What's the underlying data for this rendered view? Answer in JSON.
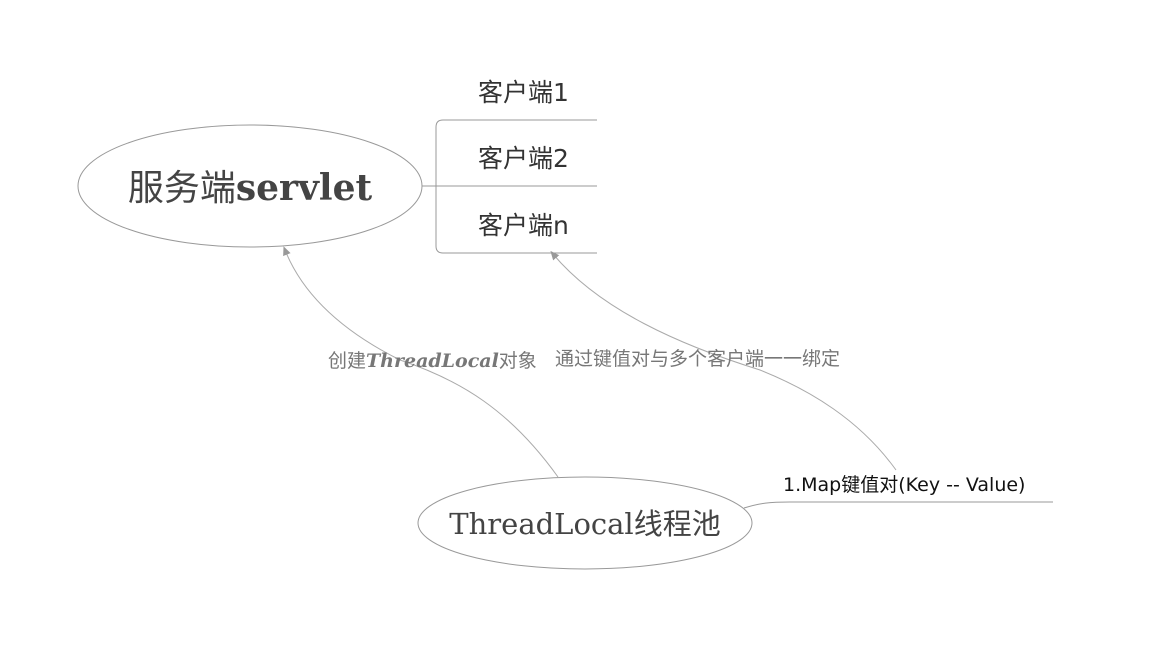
{
  "nodes": {
    "server": {
      "label_main": "服务端",
      "label_bold": "servlet"
    },
    "threadlocal": {
      "label": "ThreadLocal线程池"
    }
  },
  "clients": [
    {
      "label": "客户端1"
    },
    {
      "label": "客户端2"
    },
    {
      "label": "客户端n"
    }
  ],
  "edges": {
    "create": {
      "prefix": "创建",
      "italic": "ThreadLocal",
      "suffix": "对象"
    },
    "bind": {
      "label": "通过键值对与多个客户端一一绑定"
    }
  },
  "note": {
    "label": "1.Map键值对(Key -- Value)"
  },
  "colors": {
    "line": "#999999",
    "text": "#444444",
    "edge_label": "#777777"
  }
}
